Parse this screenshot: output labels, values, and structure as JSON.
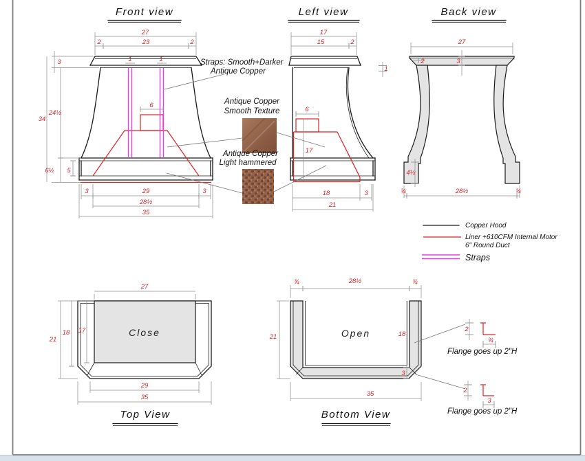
{
  "colors": {
    "outline": "#1a1a1a",
    "liner_red": "#e02020",
    "dim_red": "#d42424",
    "strap_magenta": "#e83ce8",
    "gray_fill": "#e4e4e4",
    "dim_line": "#8f8f8f",
    "leader": "#787878",
    "frame": "#7d7d7d",
    "taskbar": "#d8e2ea",
    "copper_light": "#a97a5e",
    "copper_dark": "#7d4f3a",
    "hammered_base": "#96624a",
    "hammered_dot": "#6f4533"
  },
  "front_view": {
    "title": "Front view",
    "dims": {
      "top_width": "27",
      "inner_width": "23",
      "overhang_left": "2",
      "overhang_right": "2",
      "crown_height": "3",
      "strap_left": "1",
      "strap_right": "1",
      "duct_width": "6",
      "total_height": "34",
      "body_height": "24½",
      "band_height": "6½",
      "band_inner": "5",
      "foot_left": "3",
      "bottom_inner": "29",
      "foot_right": "3",
      "liner_width": "28½",
      "bottom_width": "35"
    }
  },
  "left_view": {
    "title": "Left view",
    "dims": {
      "top_depth": "17",
      "inner_depth": "15",
      "overhang": "2",
      "lip": "1",
      "duct_width": "6",
      "liner_height": "17",
      "liner_depth": "18",
      "front_band": "3",
      "bottom_depth": "21"
    }
  },
  "back_view": {
    "title": "Back view",
    "dims": {
      "top_width": "27",
      "overhang": "2",
      "crown_height": "3",
      "foot_height": "4½",
      "flange_left": "¾",
      "opening_width": "28½",
      "flange_right": "¾"
    }
  },
  "top_view": {
    "title": "Top View",
    "panel_label": "Close",
    "dims": {
      "top_width": "27",
      "depth": "21",
      "inner_depth": "18",
      "panel_depth": "17",
      "bottom_inner": "29",
      "bottom_width": "35"
    }
  },
  "bottom_view": {
    "title": "Bottom View",
    "panel_label": "Open",
    "dims": {
      "flange_left": "¾",
      "opening_width": "28½",
      "flange_right": "¾",
      "depth": "21",
      "inner_depth": "18",
      "band_thickness": "3",
      "bottom_width": "35"
    }
  },
  "annotations": {
    "straps_line1": "Straps: Smooth+Darker",
    "straps_line2": "Antique Copper",
    "smooth_line1": "Antique Copper",
    "smooth_line2": "Smooth Texture",
    "hammered_line1": "Antique Copper",
    "hammered_line2": "Light hammered"
  },
  "legend": {
    "copper_hood": "Copper Hood",
    "liner_line1": "Liner +610CFM Internal Motor",
    "liner_line2": "6\" Round Duct",
    "straps": "Straps"
  },
  "flange_details": {
    "side": {
      "height": "2",
      "width": "¾",
      "label": "Flange goes up 2\"H"
    },
    "bottom": {
      "height": "2",
      "width": "3",
      "label": "Flange goes up 2\"H"
    }
  }
}
